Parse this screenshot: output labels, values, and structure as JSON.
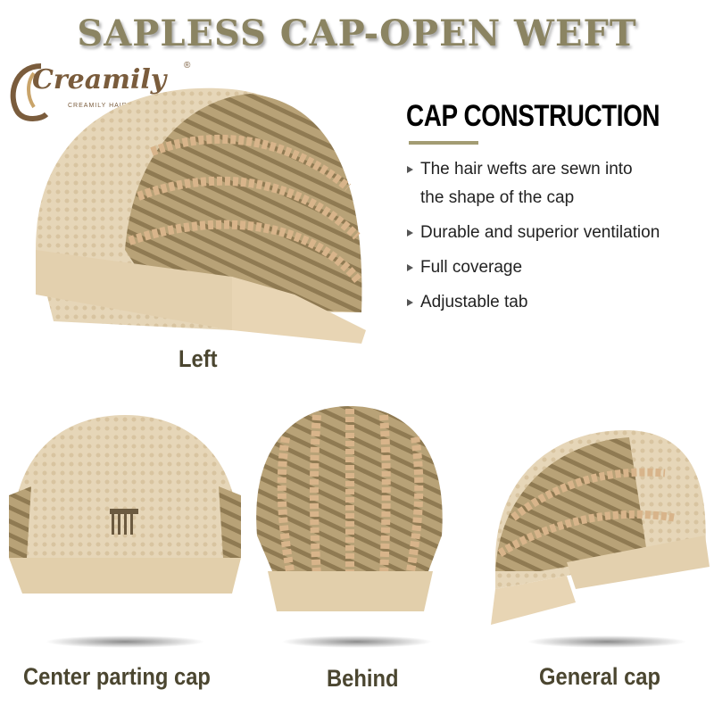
{
  "title": "SAPLESS CAP-OPEN WEFT",
  "logo": {
    "brand": "Creamily",
    "tagline": "CREAMILY HAIR",
    "registered": "®"
  },
  "construction": {
    "heading": "CAP CONSTRUCTION",
    "bullets": [
      {
        "line1": "The hair wefts are sewn into",
        "line2": "the shape of the cap"
      },
      {
        "line1": "Durable and superior ventilation"
      },
      {
        "line1": "Full coverage"
      },
      {
        "line1": "Adjustable tab"
      }
    ]
  },
  "views": {
    "left": "Left",
    "center": "Center parting cap",
    "behind": "Behind",
    "general": "General cap"
  },
  "colors": {
    "title": "#8b8462",
    "accent": "#a39c73",
    "cap": "#d9c09a",
    "label": "#4b4630"
  }
}
